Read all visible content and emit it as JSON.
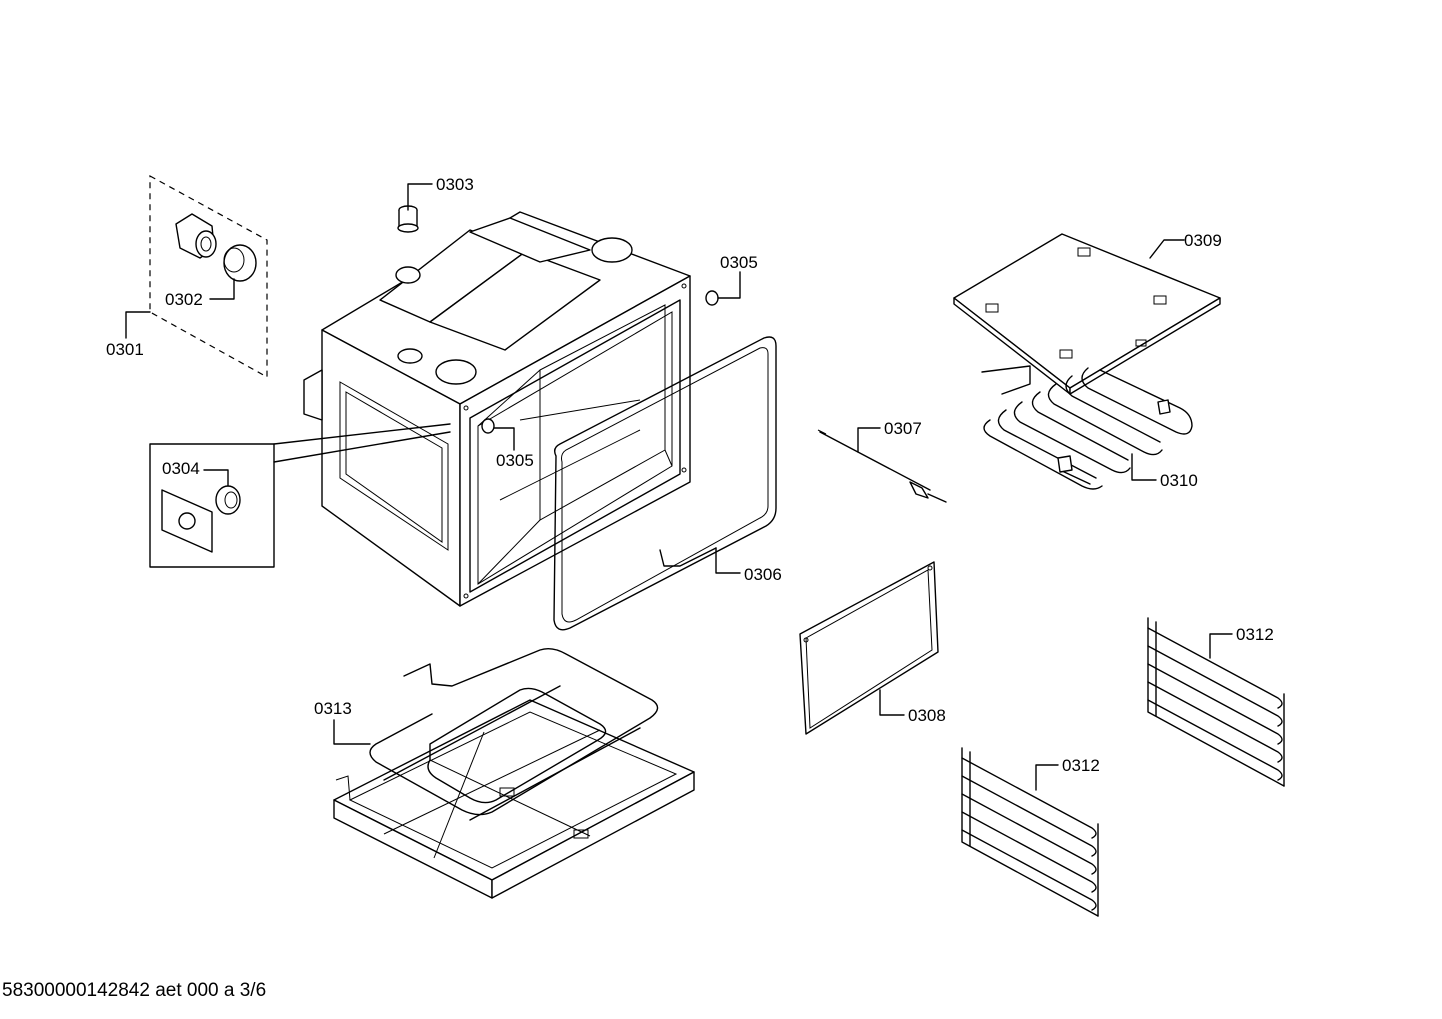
{
  "parts": {
    "p0301": "0301",
    "p0302": "0302",
    "p0303": "0303",
    "p0304": "0304",
    "p0305_top": "0305",
    "p0305_side": "0305",
    "p0306": "0306",
    "p0307": "0307",
    "p0308": "0308",
    "p0309": "0309",
    "p0310": "0310",
    "p0312_upper": "0312",
    "p0312_lower": "0312",
    "p0313": "0313"
  },
  "footer": "58300000142842 aet 000 a 3/6"
}
